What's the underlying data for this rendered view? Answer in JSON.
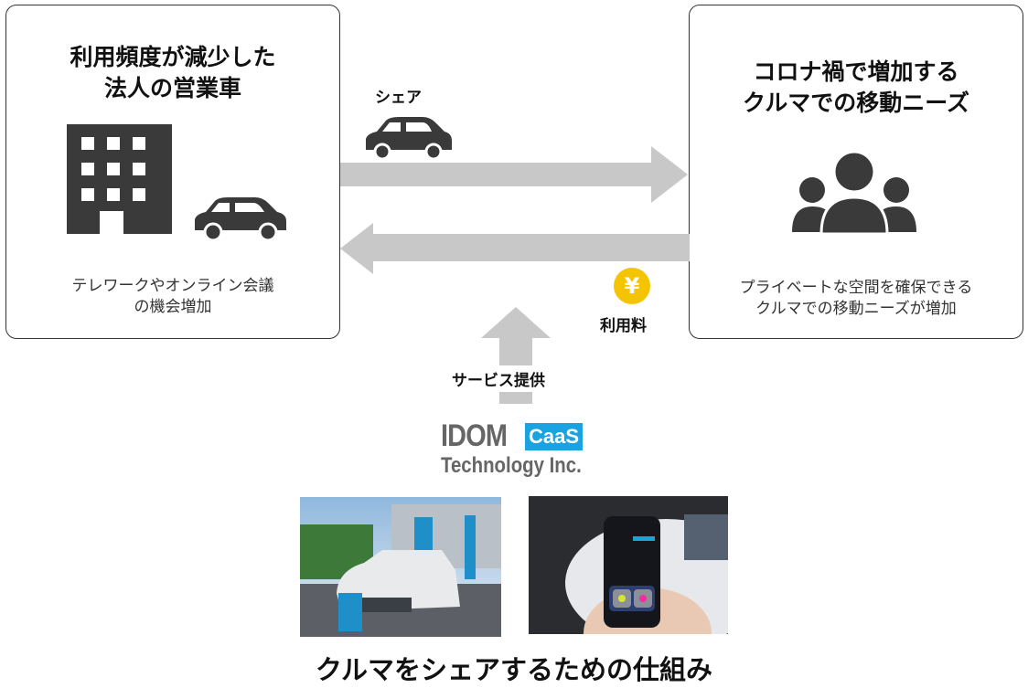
{
  "left_box": {
    "title_lines": [
      "利用頻度が減少した",
      "法人の営業車"
    ],
    "desc_lines": [
      "テレワークやオンライン会議",
      "の機会増加"
    ]
  },
  "right_box": {
    "title_lines": [
      "コロナ禍で増加する",
      "クルマでの移動ニーズ"
    ],
    "desc_lines": [
      "プライベートな空間を確保できる",
      "クルマでの移動ニーズが増加"
    ]
  },
  "arrows": {
    "share_label": "シェア",
    "fee_label": "利用料",
    "fee_symbol": "¥",
    "service_label": "サービス提供"
  },
  "logo": {
    "idom": "IDOM",
    "caas": "CaaS",
    "sub": "Technology Inc."
  },
  "colors": {
    "arrow": "#c8c8c8",
    "icon": "#3a3a3a",
    "coin": "#f5c400",
    "caas": "#1aa3e0"
  },
  "footer": {
    "caption": "クルマをシェアするための仕組み"
  }
}
